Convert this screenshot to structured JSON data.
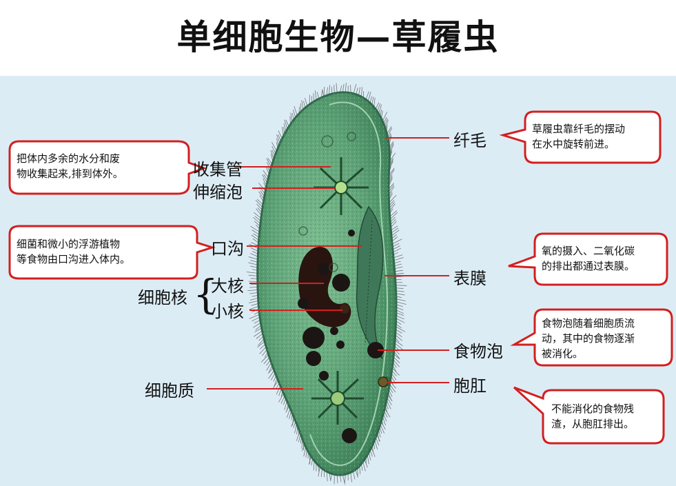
{
  "title": "单细胞生物—草履虫",
  "labels": {
    "shoumao": "纤毛",
    "shoujiguan": "收集管",
    "shensuopao": "伸缩泡",
    "kougou": "口沟",
    "xibaohe": "细胞核",
    "dahe": "大核",
    "xiaohe": "小核",
    "biaomo": "表膜",
    "shiwupao": "食物泡",
    "xibaozhi": "细胞质",
    "baogang": "胞肛"
  },
  "notes": {
    "n1": [
      "把体内多余的水分和废",
      "物收集起来,排到体外。"
    ],
    "n2": [
      "细菌和微小的浮游植物",
      "等食物由口沟进入体内。"
    ],
    "n3": [
      "草履虫靠纤毛的摆动",
      "在水中旋转前进。"
    ],
    "n4": [
      "氧的摄入、二氧化碳",
      "的排出都通过表膜。"
    ],
    "n5": [
      "食物泡随着细胞质流",
      "动，其中的食物逐渐",
      "被消化。"
    ],
    "n6": [
      "不能消化的食物残",
      "渣，从胞肛排出。"
    ]
  },
  "colors": {
    "callout_border": "#d31f1f",
    "leader_line": "#d31f1f",
    "background": "#dcecf5",
    "cell_body": "#5ea377",
    "cell_edge": "#2f6a4a",
    "nucleus": "#2a1410",
    "food_vacuole": "#1b1613"
  }
}
